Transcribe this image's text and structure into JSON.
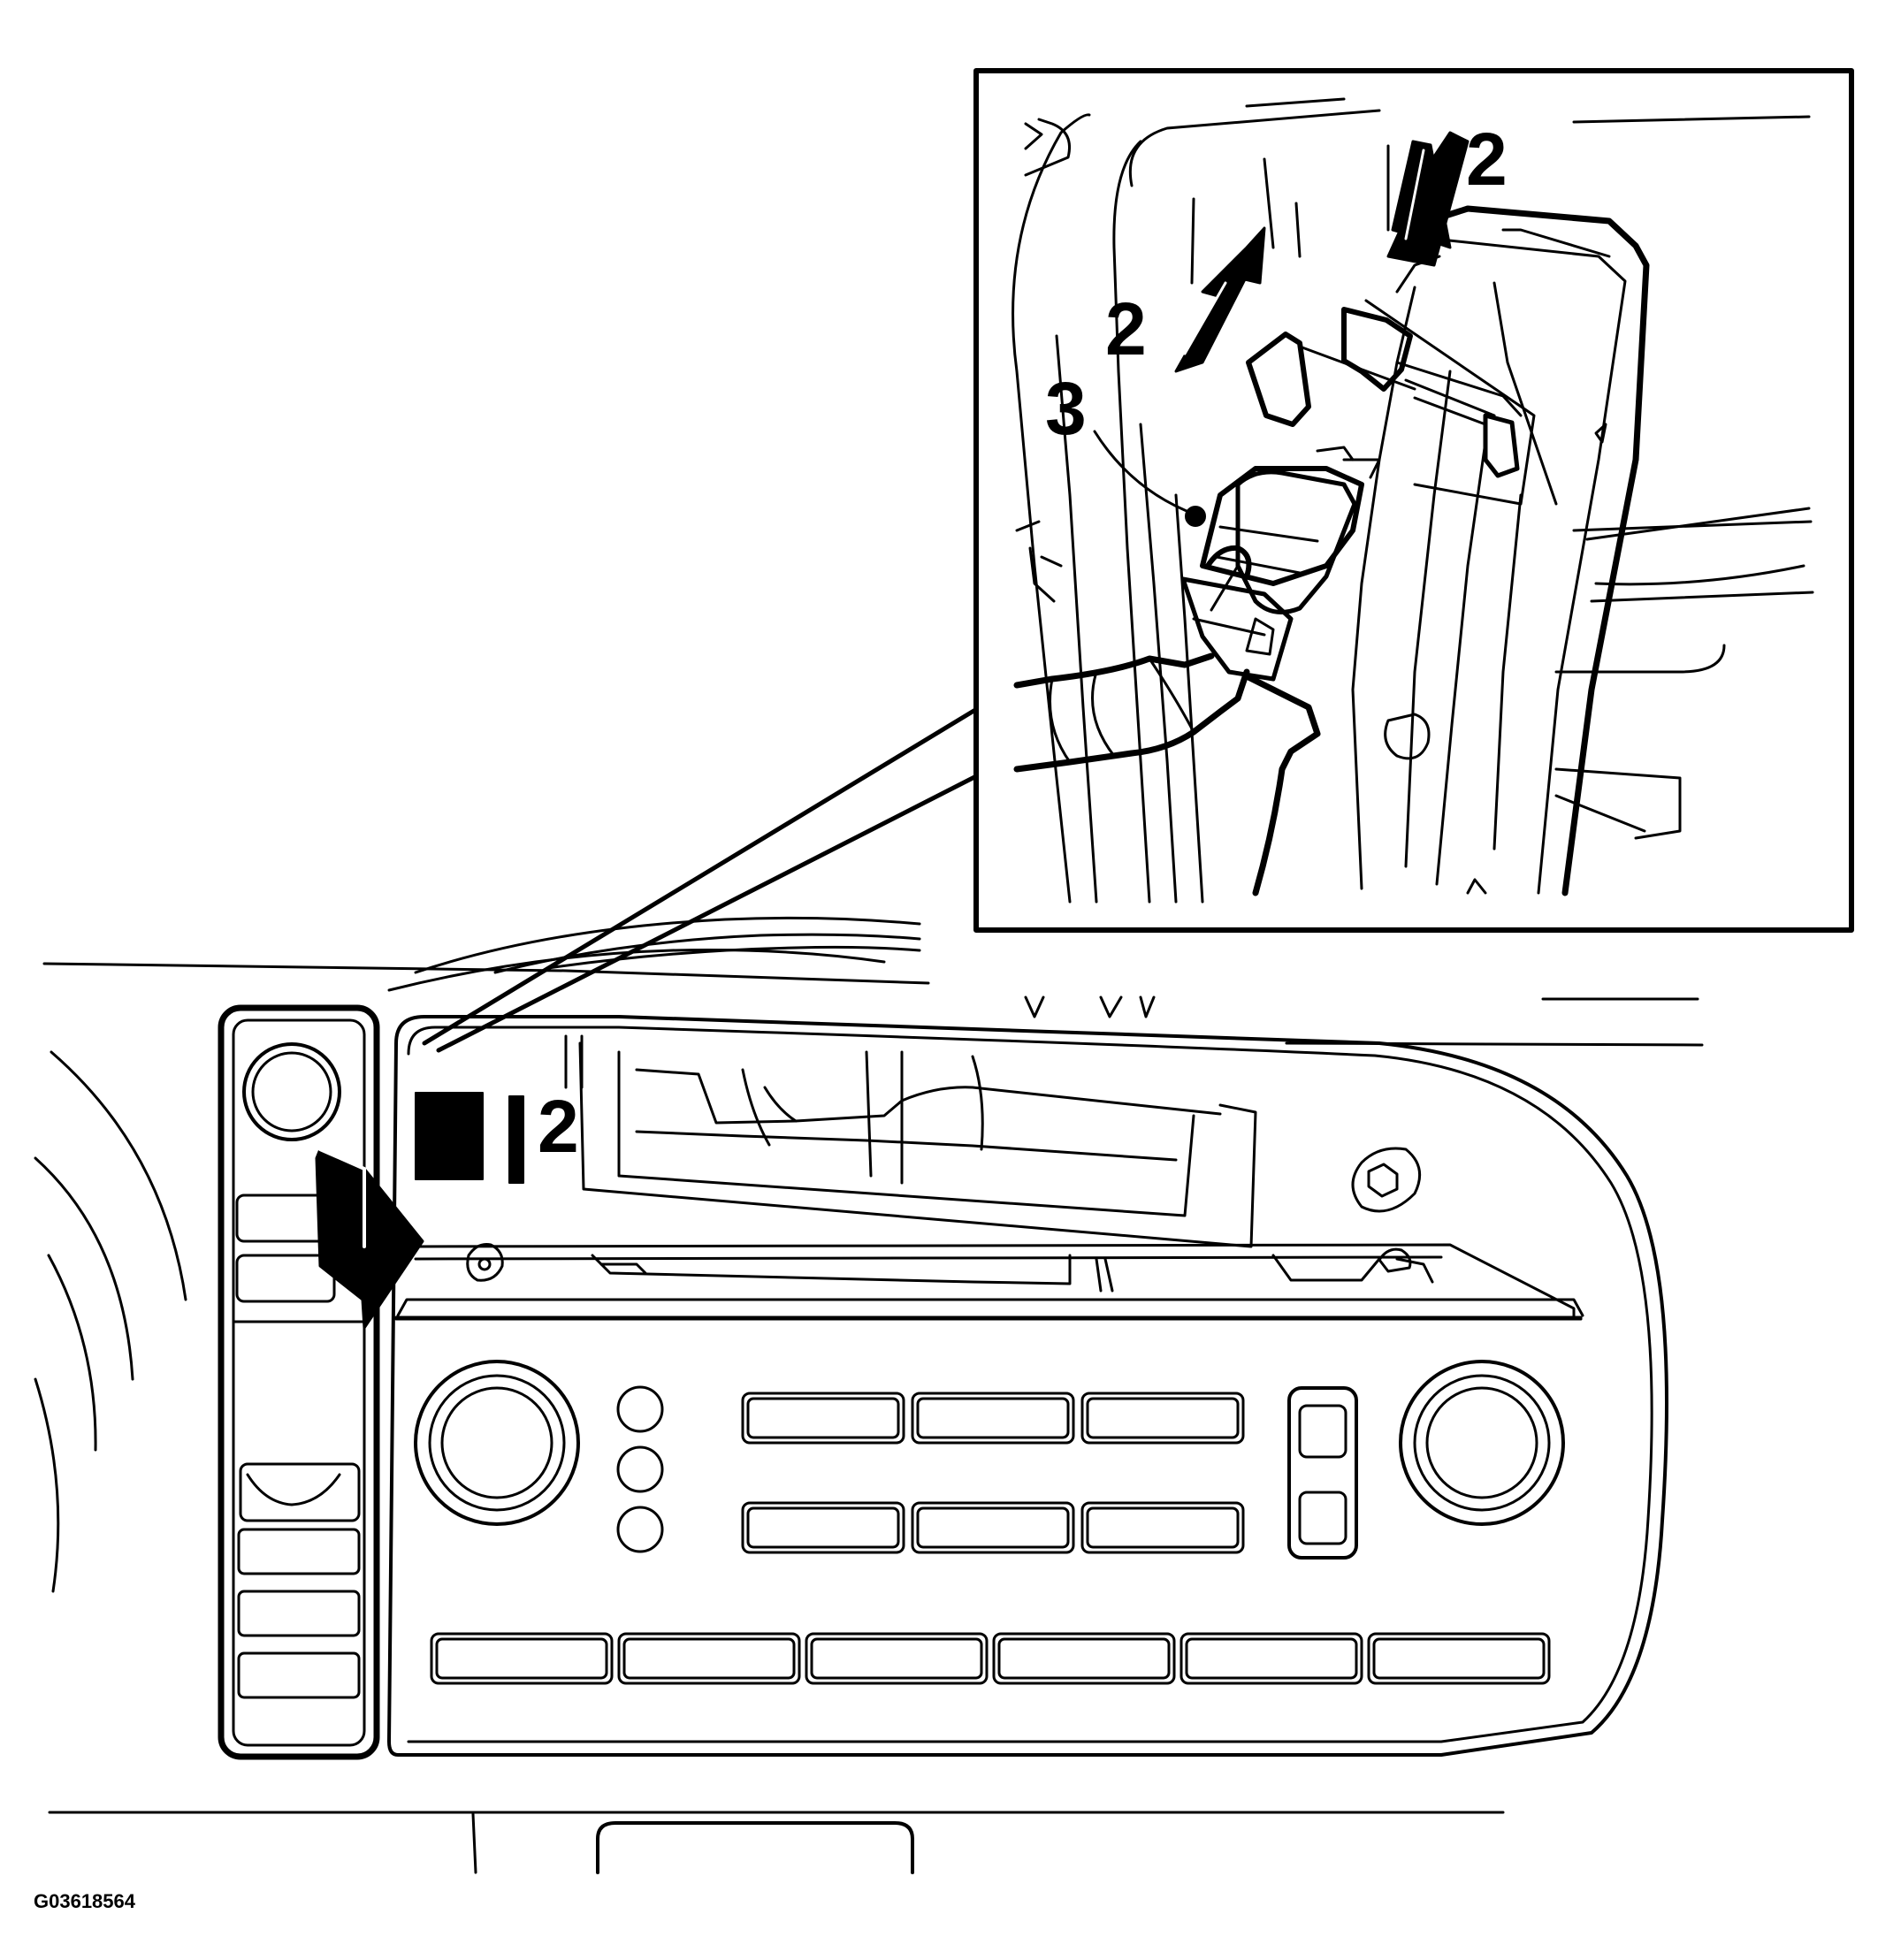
{
  "figure": {
    "id": "G03618564",
    "callouts": [
      "2",
      "2",
      "2",
      "3"
    ]
  },
  "colors": {
    "ink": "#000000",
    "paper": "#ffffff"
  }
}
